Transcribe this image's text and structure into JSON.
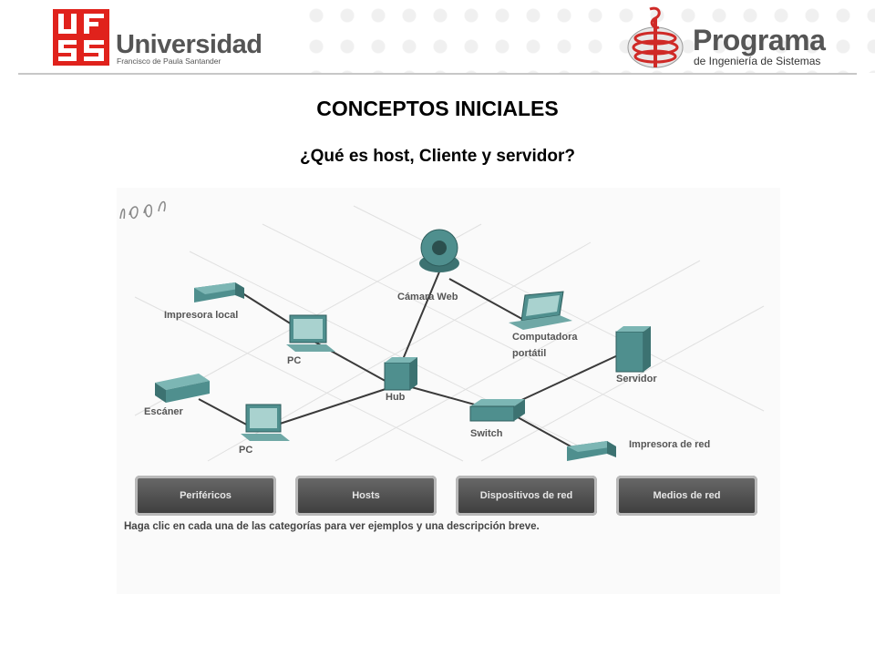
{
  "header": {
    "university": {
      "name": "Universidad",
      "subtitle": "Francisco de Paula Santander",
      "logo_text": "UFPS",
      "logo_color": "#e0221c"
    },
    "program": {
      "name": "Programa",
      "subtitle": "de Ingeniería de Sistemas",
      "logo_color": "#cf2a27"
    }
  },
  "slide": {
    "title": "CONCEPTOS INICIALES",
    "subtitle": "¿Qué es host, Cliente y servidor?"
  },
  "diagram": {
    "nodes": {
      "impresora_local": "Impresora local",
      "pc_top": "PC",
      "camara_web": "Cámara Web",
      "computadora_portatil_1": "Computadora",
      "computadora_portatil_2": "portátil",
      "servidor": "Servidor",
      "hub": "Hub",
      "switch": "Switch",
      "escaner": "Escáner",
      "pc_bottom": "PC",
      "impresora_red": "Impresora de red"
    },
    "categories": [
      "Periféricos",
      "Hosts",
      "Dispositivos de red",
      "Medios de red"
    ],
    "instruction": "Haga clic en cada una de las categorías para ver ejemplos y una descripción breve.",
    "device_color": "#4f8f8e"
  }
}
